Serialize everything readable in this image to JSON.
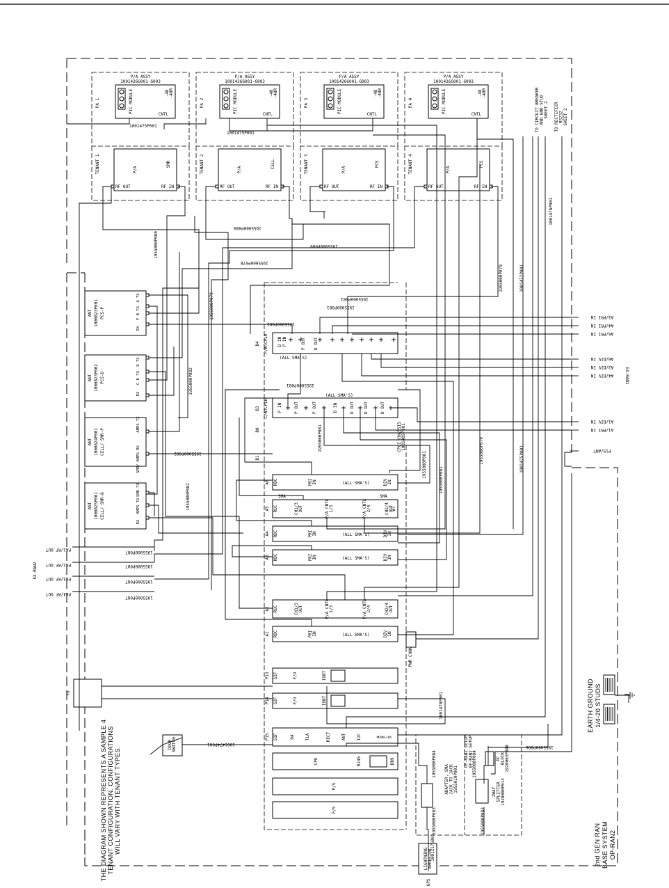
{
  "pa_units": [
    {
      "title": "P/A ASSY",
      "part": "1001426G001-G003",
      "module": "PIC MODULE",
      "pins": "-48\n-48R",
      "cntl": "CNTL",
      "pa_label": "PA 1",
      "cable": "1001475P001",
      "tenant": "TENANT 1",
      "pa": "P/A",
      "band": "SMR",
      "rf_out": "RF OUT",
      "rf_in": "RF IN"
    },
    {
      "title": "P/A ASSY",
      "part": "1001426G001-G003",
      "module": "PIC MODULE",
      "pins": "-48\n-48R",
      "cntl": "CNTL",
      "pa_label": "PA 2",
      "cable": "1001475P001",
      "tenant": "TENANT 2",
      "pa": "P/A",
      "band": "CELL",
      "rf_out": "RF OUT",
      "rf_in": "RF IN"
    },
    {
      "title": "P/A ASSY",
      "part": "1001426G001-G003",
      "module": "PIC MODULE",
      "pins": "-48\n-48R",
      "cntl": "CNTL",
      "pa_label": "PA 3",
      "cable": "",
      "tenant": "TENANT 3",
      "pa": "P/A",
      "band": "PCS",
      "rf_out": "RF OUT",
      "rf_in": "RF IN"
    },
    {
      "title": "P/A ASSY",
      "part": "1001426G001-G003",
      "module": "PIC MODULE",
      "pins": "-48\n-48R",
      "cntl": "CNTL",
      "pa_label": "PA 4",
      "cable": "",
      "tenant": "TENANT 4",
      "pa": "P/A",
      "band": "PCS",
      "rf_out": "RF OUT",
      "rf_in": "RF IN"
    }
  ],
  "right_notes": {
    "circuit_breaker": "TO CIRCUIT BREAKER\nAND GND STUD\nSHEET 2",
    "rectifier": "TO RECTIFIER\nRS232\nSHEET 2"
  },
  "antennas": [
    {
      "id": "ANT",
      "part": "1000823P001",
      "name": "PCS-P",
      "ports": [
        "A TX",
        "F B TX",
        "RX"
      ]
    },
    {
      "id": "ANT",
      "part": "1000823P002",
      "name": "PCS-D",
      "ports": [
        "D TX",
        "C E TX",
        "RX"
      ]
    },
    {
      "id": "ANT",
      "part": "1000824P001",
      "name": "CELL/ SMR-P",
      "ports": [
        "AMPS TX",
        "SMR/ AMPS RX"
      ]
    },
    {
      "id": "ANT",
      "part": "1000825P001",
      "name": "CELL/ SMR-D",
      "ports": [
        "SMR TX",
        "AMPS TX",
        "RX"
      ]
    }
  ],
  "cables": {
    "c080a": "1955000P080",
    "c080b": "1955000P080",
    "c080c": "1955000P080",
    "c078": "1955000P078",
    "c079a": "1955000P079",
    "c079b": "1955000P079",
    "c079c": "1955000P079",
    "c081a": "1955000P081",
    "c081b": "1955000P081",
    "c081c": "1955000P081",
    "c081d": "1955000P081",
    "c081e": "1955000P081",
    "c081f": "1955000P081",
    "c082a": "1955000P082",
    "c082b": "1955000P082",
    "c082c": "1955000P082",
    "c082d": "1955000P082",
    "c476": "1001476P001",
    "c472": "1001472P001",
    "c475": "1001475P001",
    "c474": "1001474P001",
    "c478": "1001478P001",
    "c477": "1001217G001",
    "c086": "1955000P086",
    "c084a": "1955000P084",
    "c084b": "1955000P084",
    "c083a": "1955000P083",
    "c083b": "1955000P083",
    "c087a": "1955000P087",
    "c087b": "1955000P087",
    "c087c": "1955000P087",
    "c087d": "1955000P087"
  },
  "chassis": {
    "b4": {
      "slot": "B4",
      "name": "P/WTCPLR",
      "p_in": "P IN",
      "d_in": "D IN",
      "p_out": "P OUT",
      "d_out": "D OUT",
      "note": "(ALL SMA'S)"
    },
    "b3": {
      "slot": "B3",
      "name": "C/WTCPLR",
      "p_in": "P IN",
      "p_out": "P OUT",
      "d_in": "D IN",
      "d_out": "D OUT",
      "note": "(ALL SMA'S)"
    },
    "b0": "B0",
    "b1": "B1",
    "cpci": "CPCI CHASSIS\n1001405P001",
    "rdc_slots": [
      {
        "slot": "A6",
        "name": "RDC",
        "pri": "PRI\nIN",
        "div": "DIV\nIN",
        "note": "(ALL SMA'S)"
      },
      {
        "slot": "A4",
        "name": "RDC",
        "pri": "PRI\nIN",
        "div": "DIV\nIN",
        "note": "(ALL SMA'S)"
      },
      {
        "slot": "A3",
        "name": "RDC",
        "pri": "PRI\nIN",
        "div": "DIV\nIN",
        "note": "(ALL SMA'S)"
      },
      {
        "slot": "A1",
        "name": "RDC",
        "pri": "PRI\nIN",
        "div": "DIV\nIN",
        "note": "(ALL SMA'S)"
      }
    ],
    "ruc_slots": [
      {
        "slot": "A5",
        "name": "RUC",
        "ch13": "CH1/3\nOUT",
        "pa13": "P/A CNTL\n1/3",
        "pa24": "P/A CNTL\n2/4",
        "ch24": "CH2/4\nOUT",
        "sma_l": "SMA",
        "sma_r": "SMA",
        "w7": "W7"
      },
      {
        "slot": "A2",
        "name": "RUC",
        "ch13": "CH1/3\nOUT",
        "pa13": "P/A CNTL\n1/3",
        "pa24": "P/A CNTL\n2/4",
        "ch24": "CH2/4\nOUT",
        "sma_l": "",
        "sma_r": "",
        "w7": ""
      }
    ],
    "p13": {
      "slot": "P13",
      "sif": "SIF",
      "fo": "F/O",
      "iobt": "IOBT"
    },
    "p14": {
      "slot": "P14",
      "sif": "SIF",
      "fo": "F/O",
      "iobt": "IOBT"
    },
    "p15": {
      "slot": "P15",
      "sif": "SIF",
      "da": "DA",
      "tla": "TLA",
      "rect": "RECT",
      "ant": "ANT",
      "i2c": "I2C",
      "abcd": "A\nB\nC\nD"
    },
    "cpu": {
      "name": "CPU",
      "rj45": "RJ45",
      "db9": "DB9"
    },
    "ps": [
      "P/S",
      "P/S"
    ],
    "pwr": "PWR CONN"
  },
  "ext_right": [
    "A3/PRI IN",
    "A4/PRI IN",
    "A6/PRI IN",
    "A3/DIV IN",
    "A4/DIV IN",
    "A6/DIV IN",
    "A1/DIV IN",
    "A1/PRI IN",
    "P15/ANT"
  ],
  "ex_ran2": "EX-RAN2",
  "ex_ran2_left": "EX-RAN2",
  "ext_left": [
    "PA1/RF OUT",
    "PA2/RF OUT",
    "PA3/RF OUT",
    "PA4/RF OUT"
  ],
  "fo": "FO",
  "door": "DOOR\nSWITCH",
  "lightning": "LIGHTNING\nARRESTOR",
  "gps": "GPS",
  "adapter": "ADAPTER, SMA\nJACK TO JACK\n1955010P001",
  "splitter": "2WAY\nSPLITTER\n1920000P013",
  "dc_block": "DC\nBLOCK\n1920003P048",
  "op_setup": "OP-RAN2 SETUP\nEF-RAN2 SETUP",
  "earth": "EARTH GROUND\n1/4-20 STUDS",
  "note": "THE DIAGRAM SHOWN REPRESENTS A SAMPLE 4\nTENANT CONFIGURATION. CONFIGURATIONS\nWILL VARY WITH TENANT TYPES.",
  "title_block": "2nd GEN RAN\nBASE SYSTEM\nOP-RAN2"
}
